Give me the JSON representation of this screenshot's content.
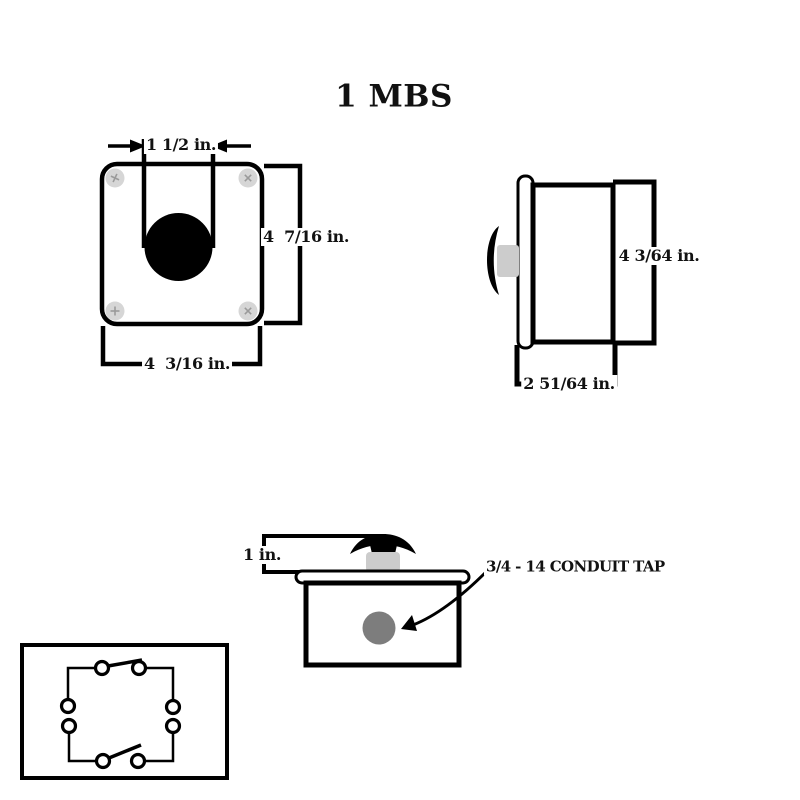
{
  "title": "1 MBS",
  "colors": {
    "line": "#000000",
    "screw_fill": "#d6d6d6",
    "screw_slot": "#9a9a9a",
    "button_fill": "#000000",
    "stem_gray": "#cccccc",
    "conduit_gray": "#7d7d7d"
  },
  "front_view": {
    "button_width": "1 1/2 in.",
    "height": "4  7/16 in.",
    "width": "4  3/16 in."
  },
  "side_view": {
    "height": "4 3/64 in.",
    "depth": "2 51/64 in."
  },
  "bottom_view": {
    "button_height": "1 in.",
    "conduit_label": "3/4 - 14 CONDUIT TAP"
  }
}
